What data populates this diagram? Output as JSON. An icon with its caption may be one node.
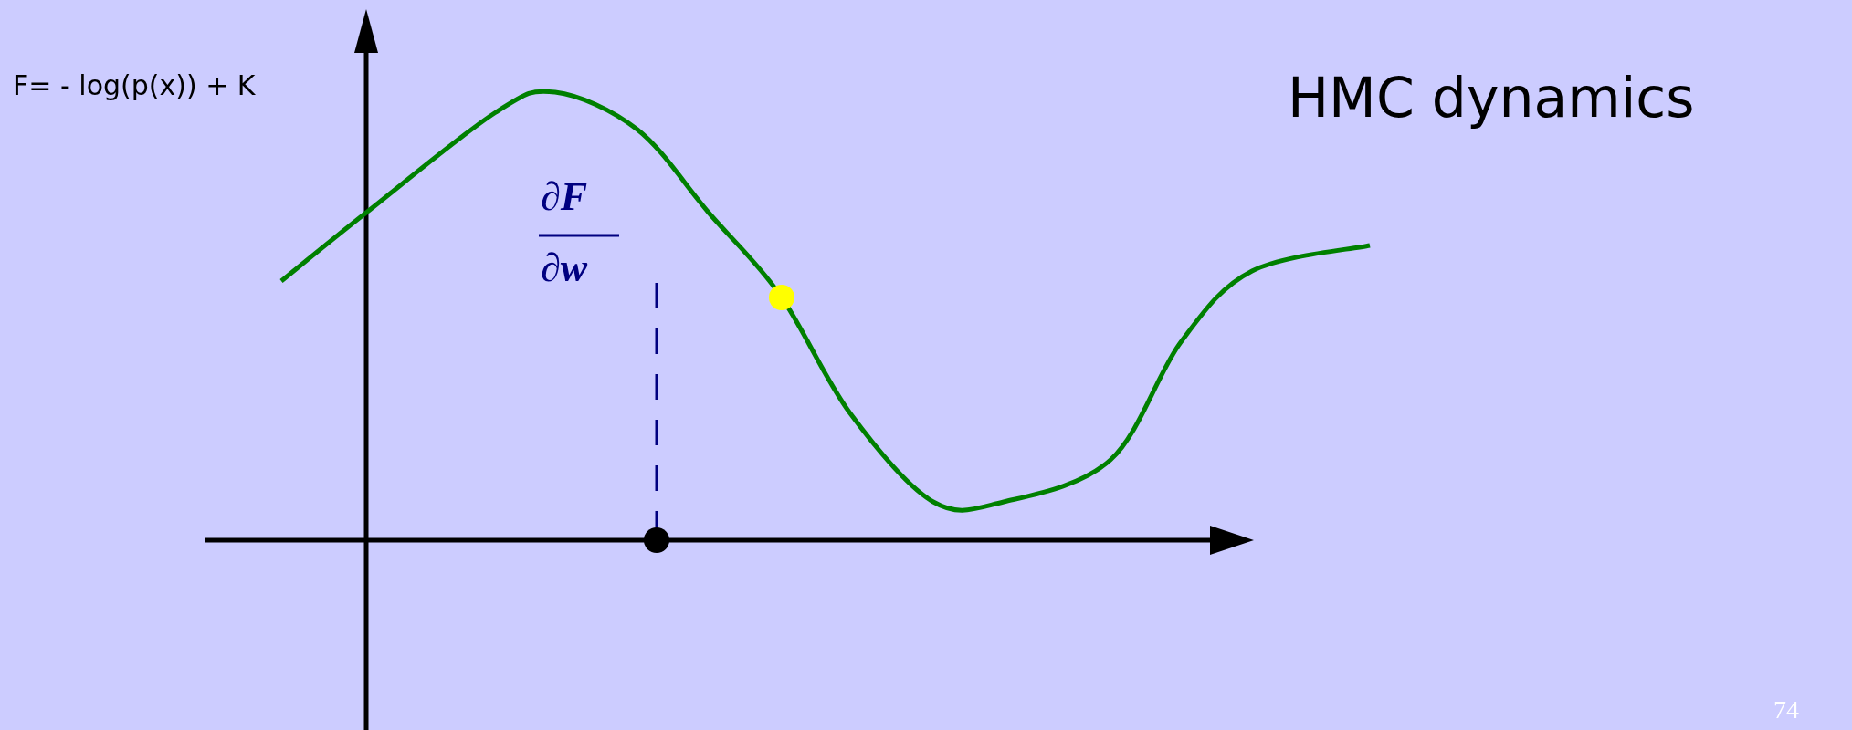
{
  "diagram": {
    "title": "HMC dynamics",
    "labels": [
      "F= - log(p(x)) + K",
      "∂F",
      "∂w",
      "74"
    ]
  }
}
